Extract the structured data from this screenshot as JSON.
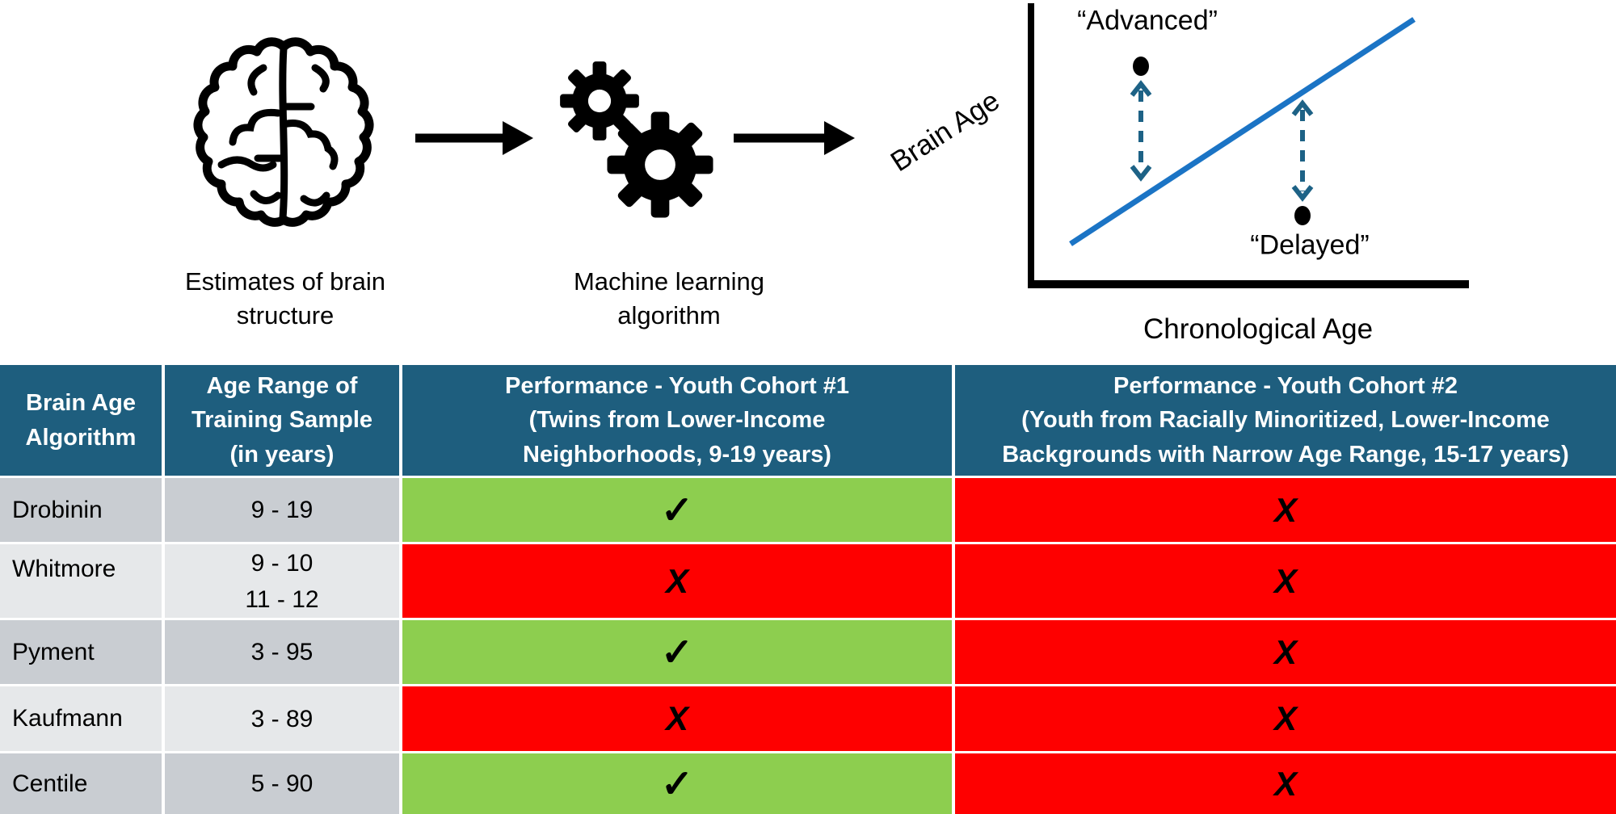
{
  "figure": {
    "pipeline": {
      "brain_step_label": "Estimates of brain\nstructure",
      "ml_step_label": "Machine learning\nalgorithm",
      "brain_icon": "brain-outline-icon",
      "ml_icon": "gears-icon",
      "arrow_icon": "right-arrow-icon"
    },
    "plot": {
      "y_axis_label": "Brain Age",
      "x_axis_label": "Chronological Age",
      "advanced_label": "“Advanced”",
      "delayed_label": "“Delayed”",
      "identity_line_color": "#1B74C5",
      "deviation_arrow_color": "#1D6286",
      "axis_color": "#000000"
    }
  },
  "table": {
    "header": {
      "algorithm": "Brain Age\nAlgorithm",
      "age_range": "Age Range of\nTraining Sample\n(in years)",
      "cohort1": "Performance - Youth Cohort #1\n(Twins from Lower-Income\nNeighborhoods, 9-19 years)",
      "cohort2": "Performance - Youth Cohort #2\n(Youth from Racially Minoritized, Lower-Income\nBackgrounds with Narrow Age Range, 15-17 years)",
      "bg": "#1E5E7E"
    },
    "rows": [
      {
        "algorithm": "Drobinin",
        "age_range": "9 - 19",
        "bg": "#C9CDD2",
        "cohort1": {
          "mark": "✓",
          "color": "#8DCE4F"
        },
        "cohort2": {
          "mark": "X",
          "color": "#FE0000"
        }
      },
      {
        "algorithm": "Whitmore",
        "age_range": "9 - 10\n11 - 12",
        "bg": "#E6E8EA",
        "cohort1": {
          "mark": "X",
          "color": "#FE0000"
        },
        "cohort2": {
          "mark": "X",
          "color": "#FE0000"
        }
      },
      {
        "algorithm": "Pyment",
        "age_range": "3 - 95",
        "bg": "#C9CDD2",
        "cohort1": {
          "mark": "✓",
          "color": "#8DCE4F"
        },
        "cohort2": {
          "mark": "X",
          "color": "#FE0000"
        }
      },
      {
        "algorithm": "Kaufmann",
        "age_range": "3 - 89",
        "bg": "#E6E8EA",
        "cohort1": {
          "mark": "X",
          "color": "#FE0000"
        },
        "cohort2": {
          "mark": "X",
          "color": "#FE0000"
        }
      },
      {
        "algorithm": "Centile",
        "age_range": "5 - 90",
        "bg": "#C9CDD2",
        "cohort1": {
          "mark": "✓",
          "color": "#8DCE4F"
        },
        "cohort2": {
          "mark": "X",
          "color": "#FE0000"
        }
      }
    ],
    "status_colors": {
      "pass": "#8DCE4F",
      "fail": "#FE0000"
    }
  },
  "chart_data": {
    "type": "table",
    "columns": [
      "Brain Age Algorithm",
      "Age Range of Training Sample (in years)",
      "Performance - Youth Cohort #1 (Twins from Lower-Income Neighborhoods, 9-19 years)",
      "Performance - Youth Cohort #2 (Youth from Racially Minoritized, Lower-Income Backgrounds with Narrow Age Range, 15-17 years)"
    ],
    "rows": [
      [
        "Drobinin",
        "9 - 19",
        "pass",
        "fail"
      ],
      [
        "Whitmore",
        "9 - 10 / 11 - 12",
        "fail",
        "fail"
      ],
      [
        "Pyment",
        "3 - 95",
        "pass",
        "fail"
      ],
      [
        "Kaufmann",
        "3 - 89",
        "fail",
        "fail"
      ],
      [
        "Centile",
        "5 - 90",
        "pass",
        "fail"
      ]
    ]
  }
}
